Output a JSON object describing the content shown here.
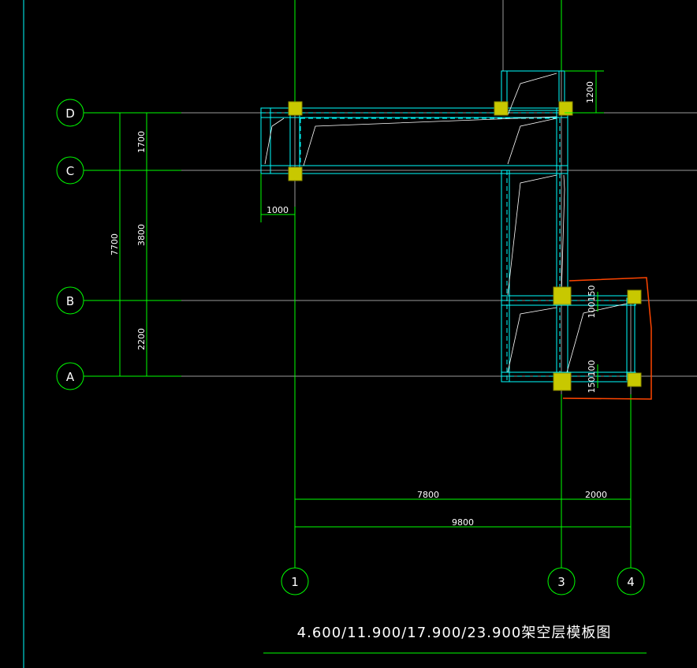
{
  "drawing": {
    "title": "4.600/11.900/17.900/23.900架空层模板图",
    "colors": {
      "background": "#000000",
      "axis": "#9a9a9a",
      "dimension": "#00ff00",
      "beam": "#00ffff",
      "column": "#c8c800",
      "slab_line": "#ffffff",
      "highlight": "#ff4500"
    },
    "row_axes": [
      {
        "label": "D"
      },
      {
        "label": "C"
      },
      {
        "label": "B"
      },
      {
        "label": "A"
      }
    ],
    "column_axes": [
      {
        "label": "1"
      },
      {
        "label": "3"
      },
      {
        "label": "4"
      }
    ],
    "dimensions": {
      "total_vertical": "7700",
      "d_to_c": "1700",
      "c_to_b": "3800",
      "b_to_a": "2200",
      "top_cantilever": "1200",
      "left_cantilever": "1000",
      "axis1_to_3": "7800",
      "axis3_to_4": "2000",
      "axis1_to_4": "9800",
      "upper_small_a": "100",
      "upper_small_b": "150",
      "lower_small_a": "150",
      "lower_small_b": "100"
    }
  }
}
